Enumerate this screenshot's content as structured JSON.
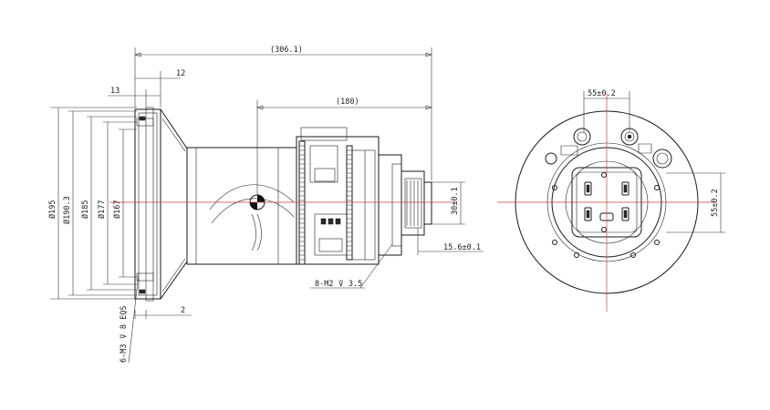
{
  "side_view": {
    "dim_overall_length": "(306.1)",
    "dim_rear_length": "(180)",
    "dim_flange_offset": "12",
    "dim_front_step": "13",
    "dim_dia_195": "Ø195",
    "dim_dia_190_3": "Ø190.3",
    "dim_dia_185": "Ø185",
    "dim_dia_177": "Ø177",
    "dim_dia_167": "Ø167",
    "dim_mount_dia": "30±0.1",
    "dim_mount_length": "15.6±0.1",
    "dim_screw_holes": "8-M2 ⊽ 3.5",
    "dim_bottom_gap": "2",
    "dim_front_holes": "6-M3 ⊽ 8 EQS"
  },
  "front_view": {
    "dim_horizontal": "55±0.2",
    "dim_vertical": "55±0.2"
  },
  "colors": {
    "line": "#1a1a1a",
    "center_line": "#d23b3b",
    "background": "#ffffff"
  }
}
